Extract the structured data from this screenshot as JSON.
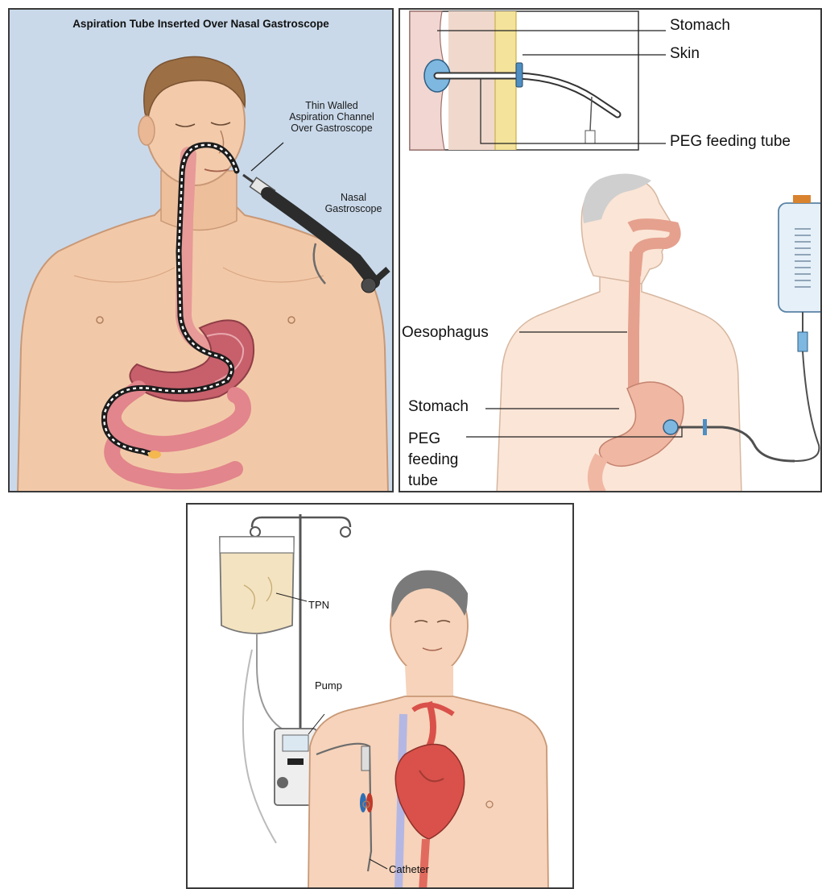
{
  "panel_a": {
    "title": "Aspiration Tube Inserted Over Nasal Gastroscope",
    "label_channel": [
      "Thin Walled",
      "Aspiration Channel",
      "Over Gastroscope"
    ],
    "label_scope": [
      "Nasal",
      "Gastroscope"
    ]
  },
  "panel_b": {
    "inset_labels": {
      "stomach": "Stomach",
      "skin": "Skin",
      "peg_tube": "PEG feeding tube"
    },
    "body_labels": {
      "oesophagus": "Oesophagus",
      "stomach": "Stomach",
      "peg_tube": [
        "PEG",
        "feeding",
        "tube"
      ]
    }
  },
  "panel_c": {
    "labels": {
      "tpn": "TPN",
      "pump": "Pump",
      "catheter": "Catheter"
    }
  },
  "colors": {
    "panel_a_bg": "#c9d9ea",
    "skin": "#f2c9a8",
    "stomach": "#c7606b",
    "tube": "#222222",
    "bag_fluid": "#f3e3c0",
    "heart": "#d9514a"
  }
}
